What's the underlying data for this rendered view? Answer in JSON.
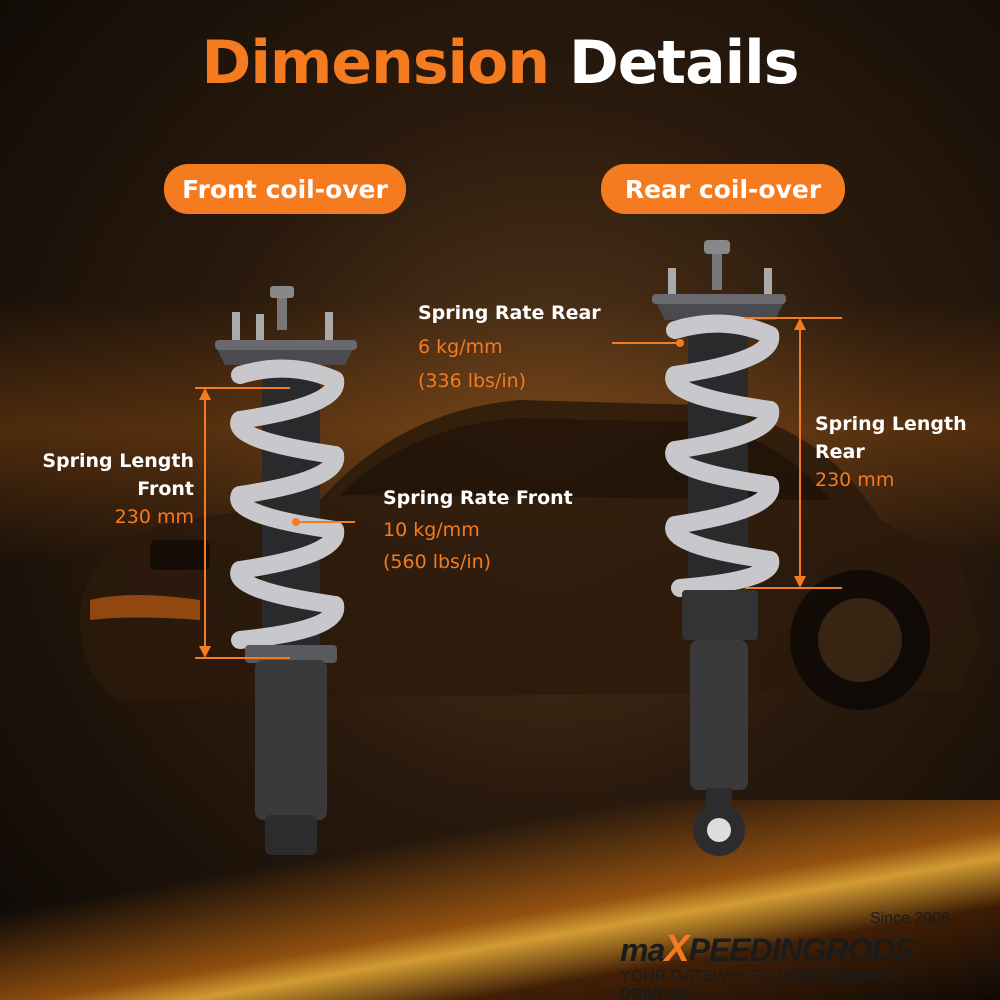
{
  "title": {
    "word1": "Dimension",
    "word2": "Details"
  },
  "front": {
    "pill": "Front coil-over",
    "spring_length": {
      "line1": "Spring Length",
      "line2": "Front",
      "value": "230 mm"
    },
    "spring_rate": {
      "heading": "Spring Rate Front",
      "metric": "10 kg/mm",
      "imperial": "(560 lbs/in)"
    }
  },
  "rear": {
    "pill": "Rear coil-over",
    "spring_length": {
      "line1": "Spring Length",
      "line2": "Rear",
      "value": "230 mm"
    },
    "spring_rate": {
      "heading": "Spring Rate Rear",
      "metric": "6 kg/mm",
      "imperial": "(336 lbs/in)"
    }
  },
  "logo": {
    "since": "Since 2006",
    "brand_pre": "ma",
    "brand_x": "X",
    "brand_post": "PEEDINGRODS",
    "tagline_pre": "YOUR GATEWAY TO ",
    "tagline_bold": "PERFORMANCE DRIVING"
  },
  "colors": {
    "accent": "#f47b20",
    "text": "#ffffff"
  }
}
